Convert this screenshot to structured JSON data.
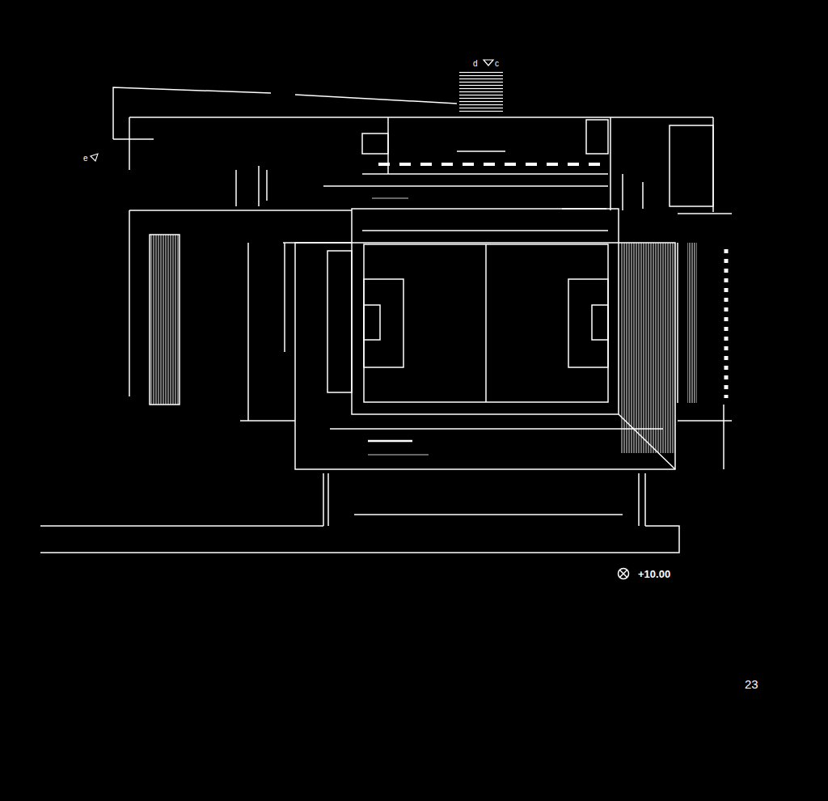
{
  "diagram": {
    "labels": [
      "d",
      "c",
      "e",
      "+10.00",
      "23"
    ]
  }
}
